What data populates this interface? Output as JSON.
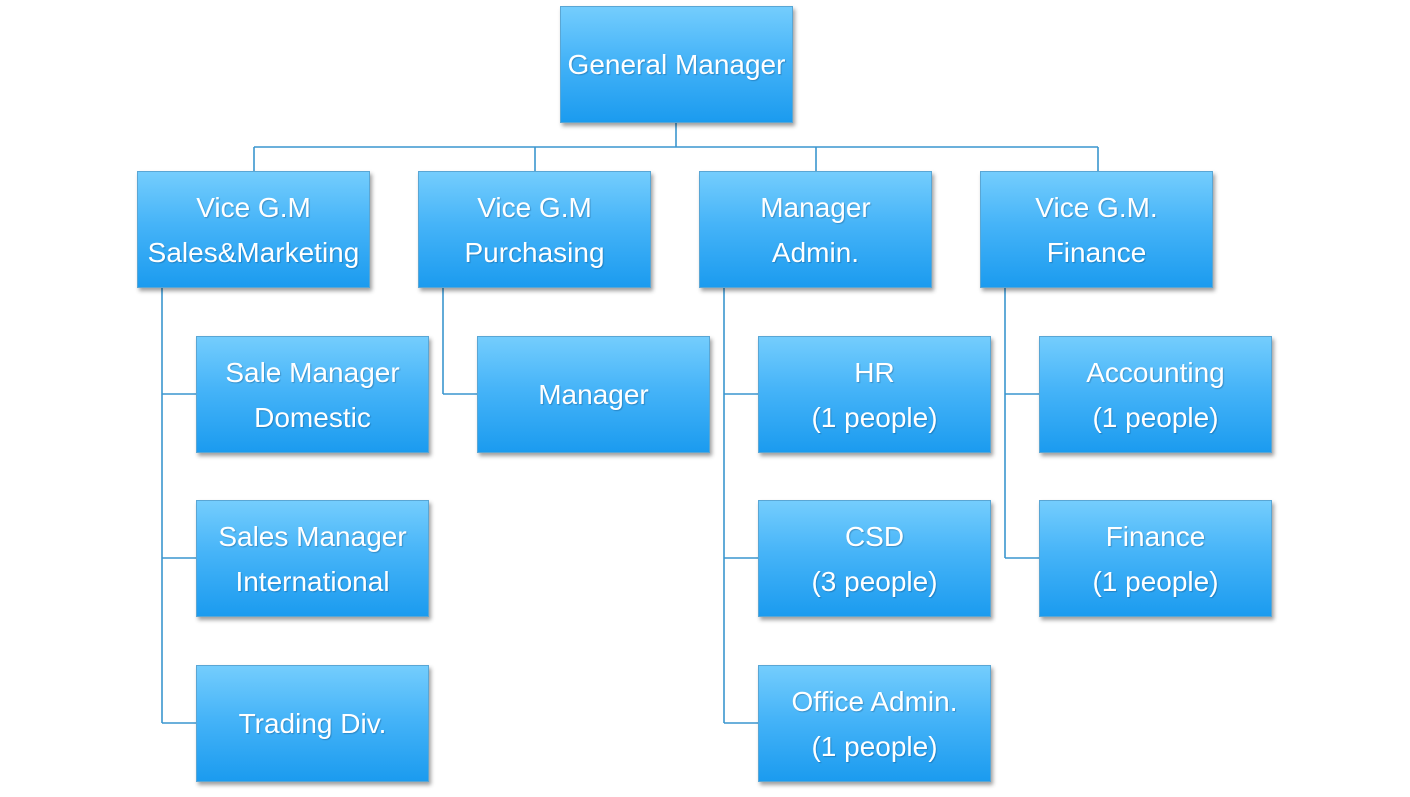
{
  "org_chart": {
    "general_manager": {
      "line1": "General Manager"
    },
    "vice_gm_sales_marketing": {
      "line1": "Vice G.M",
      "line2": "Sales&Marketing"
    },
    "vice_gm_purchasing": {
      "line1": "Vice G.M",
      "line2": "Purchasing"
    },
    "manager_admin": {
      "line1": "Manager",
      "line2": "Admin."
    },
    "vice_gm_finance": {
      "line1": "Vice G.M.",
      "line2": "Finance"
    },
    "sale_manager_domestic": {
      "line1": "Sale Manager",
      "line2": "Domestic"
    },
    "sales_manager_international": {
      "line1": "Sales Manager",
      "line2": "International"
    },
    "trading_div": {
      "line1": "Trading Div."
    },
    "purchasing_manager": {
      "line1": "Manager"
    },
    "hr": {
      "line1": "HR",
      "line2": "(1 people)"
    },
    "csd": {
      "line1": "CSD",
      "line2": "(3 people)"
    },
    "office_admin": {
      "line1": "Office Admin.",
      "line2": "(1 people)"
    },
    "accounting": {
      "line1": "Accounting",
      "line2": "(1 people)"
    },
    "finance": {
      "line1": "Finance",
      "line2": "(1 people)"
    }
  }
}
